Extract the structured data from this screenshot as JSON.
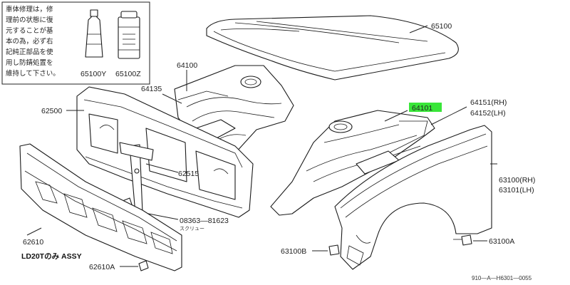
{
  "note": {
    "lines": [
      "車体修理は，修",
      "理前の状態に復",
      "元することが基",
      "本の為，必ず右",
      "記純正部品を使",
      "用し防錆処置を",
      "維持して下さい。"
    ]
  },
  "parts": {
    "p65100": "65100",
    "p65100y": "65100Y",
    "p65100z": "65100Z",
    "p64100": "64100",
    "p64135": "64135",
    "p62500": "62500",
    "p64101": "64101",
    "p64151": "64151(RH)",
    "p64152": "64152(LH)",
    "p62515": "62515",
    "p63100": "63100(RH)",
    "p63101": "63101(LH)",
    "p08363": "08363—81623",
    "p08363_kana": "スクリュー",
    "p62610": "62610",
    "ld20t": "LD20Tのみ ASSY",
    "p62610a": "62610A",
    "p63100b": "63100B",
    "p63100a": "63100A"
  },
  "footer": {
    "code": "910—A—H6301—0055"
  },
  "colors": {
    "highlight": "#39e639",
    "ink": "#1a1a1a"
  }
}
